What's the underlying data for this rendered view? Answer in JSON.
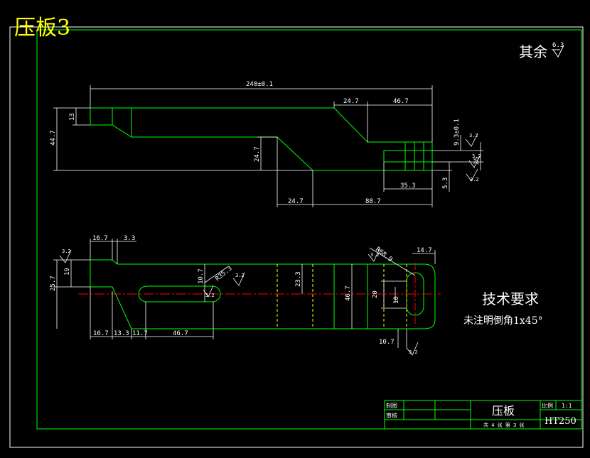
{
  "drawing_title": "压板3",
  "roughness": {
    "label": "其余",
    "value": "6.3"
  },
  "dims": {
    "top": {
      "overall": "240±0.1",
      "d_24_7_top": "24.7",
      "d_46_7_top": "46.7",
      "d_13": "13",
      "d_44_7": "44.7",
      "d_24_7_vert": "24.7",
      "d_9_3": "9.3±0.1",
      "d_26": "26",
      "d_5_3": "5.3",
      "d_35_3": "35.3",
      "d_24_7_bottom": "24.7",
      "d_88_7": "88.7",
      "rough_a": "3.2",
      "rough_b": "3.2",
      "rough_c": "3.2"
    },
    "bottom": {
      "d_16_7_top": "16.7",
      "d_3_3": "3.3",
      "d_25_7": "25.7",
      "d_19": "19",
      "d_10_7": "10.7",
      "d_r35_3": "R35.3",
      "d_23_3": "23.3",
      "d_46_7_vert": "46.7",
      "d_r68_9": "R68.9",
      "d_14_7": "14.7",
      "d_20": "20",
      "d_10": "10",
      "d_16_7_a": "16.7",
      "d_13_3": "13.3",
      "d_11_7": "11.7",
      "d_46_7_horiz": "46.7",
      "d_10_7_b": "10.7",
      "rough_a": "3.2",
      "rough_b": "3.2",
      "rough_c": "3.2",
      "rough_d": "3.2",
      "rough_e": "3.2"
    }
  },
  "tech_req": {
    "heading": "技术要求",
    "line1": "未注明倒角1x45°"
  },
  "title_block": {
    "drawn_label": "制图",
    "checked_label": "审核",
    "part_name": "压板",
    "scale_label": "比例",
    "scale_value": "1:1",
    "material": "HT250",
    "sheets": "共 4 张 第 3 张"
  },
  "colors": {
    "outline": "#00ff00",
    "dimension": "#ffffff",
    "centerline": "#ff0000",
    "hidden": "#ffff00",
    "title": "#ffff00"
  }
}
